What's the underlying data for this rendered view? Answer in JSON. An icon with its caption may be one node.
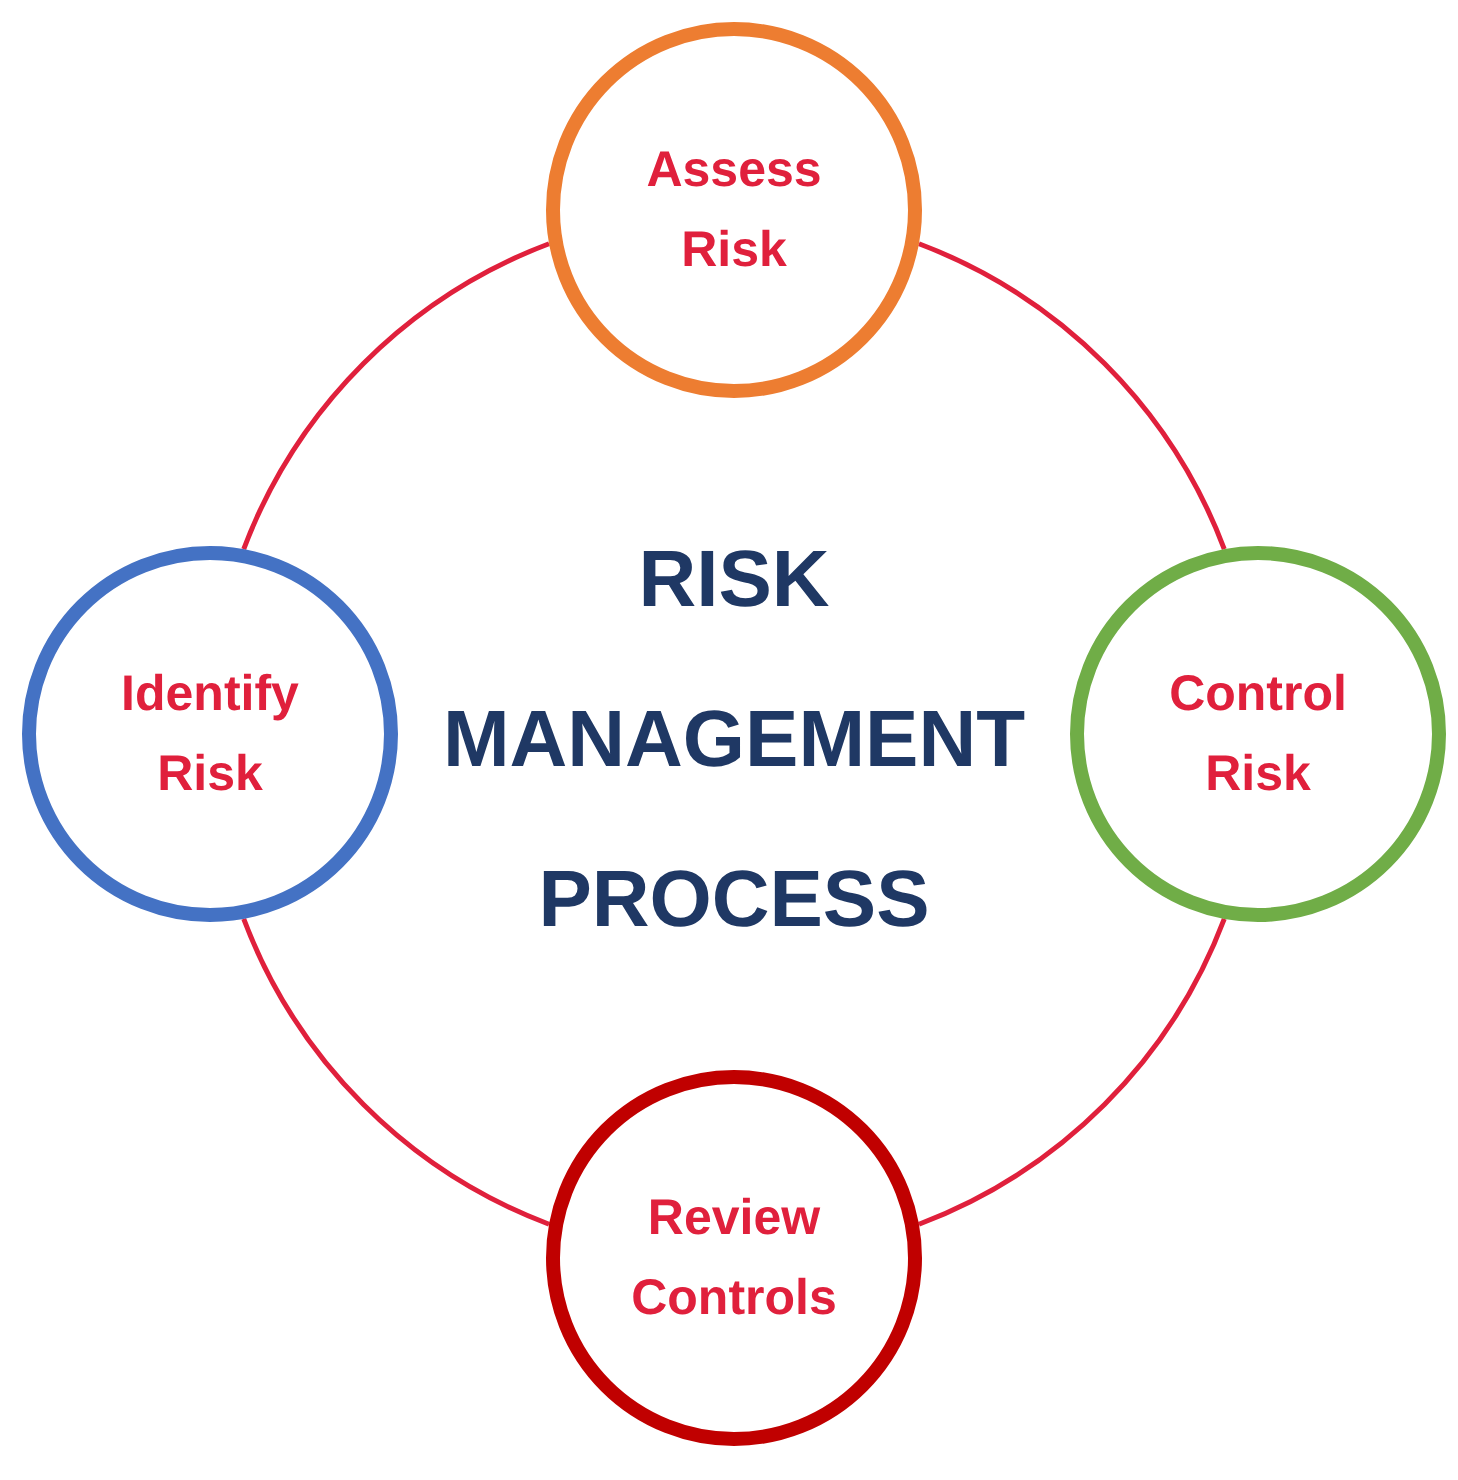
{
  "diagram": {
    "title": "RISK MANAGEMENT PROCESS",
    "nodes": [
      {
        "text": [
          "Assess Risk"
        ]
      },
      {
        "text": [
          "Identify Risk"
        ]
      },
      {
        "text": [
          "Control Risk"
        ]
      },
      {
        "text": [
          "Review Controls"
        ]
      }
    ],
    "edges": [
      {
        "from": 1,
        "to": 0,
        "arrow": "none"
      },
      {
        "from": 0,
        "to": 2,
        "arrow": "none"
      },
      {
        "from": 2,
        "to": 3,
        "arrow": "none"
      },
      {
        "from": 3,
        "to": 1,
        "arrow": "none"
      }
    ]
  }
}
